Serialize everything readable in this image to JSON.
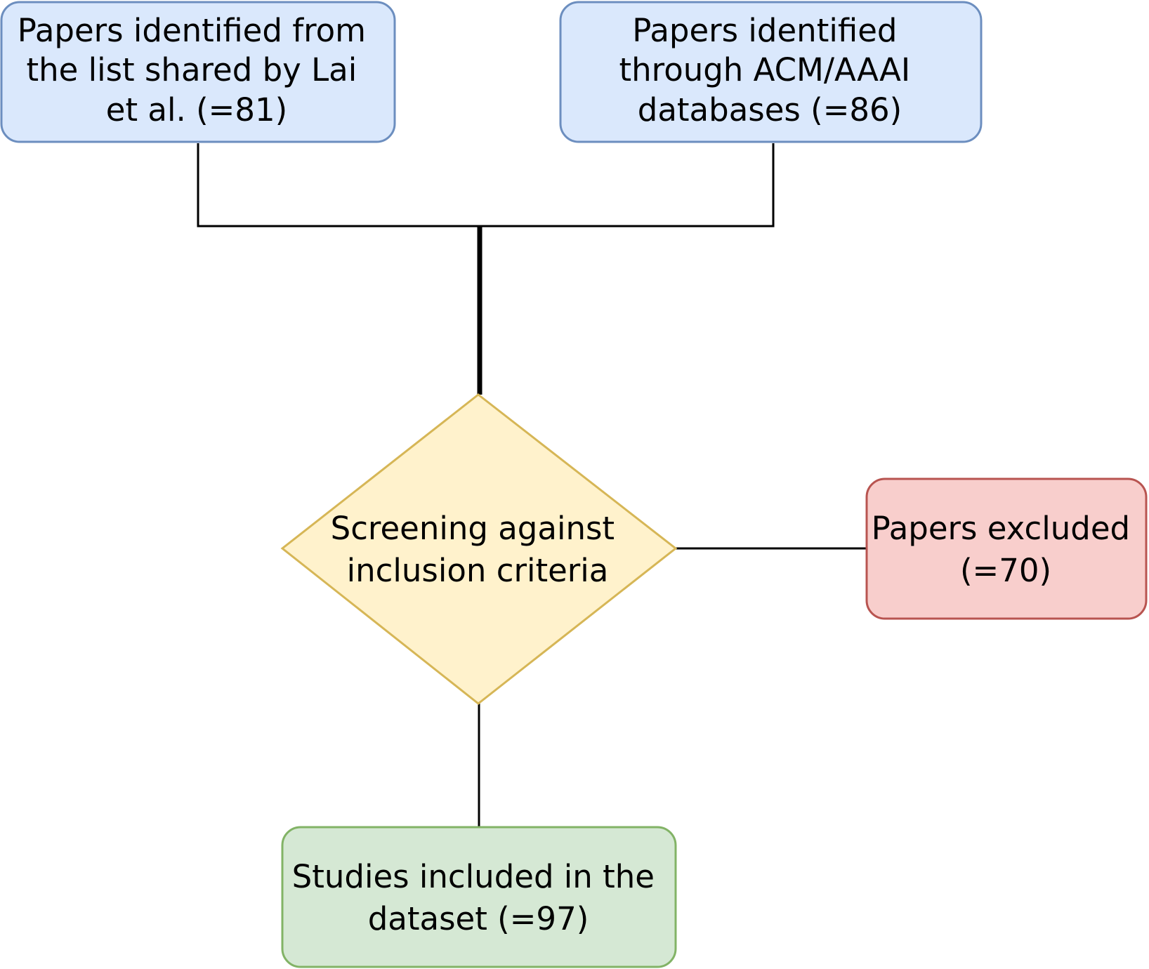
{
  "diagram": {
    "type": "flowchart",
    "nodes": {
      "source_lai": {
        "lines": [
          "Papers identified from",
          "the list shared by Lai",
          "et al. (=81)"
        ],
        "shape": "rounded-rectangle",
        "fill": "#dae8fc",
        "stroke": "#6c8ebf"
      },
      "source_acm": {
        "lines": [
          "Papers identified",
          "through ACM/AAAI",
          "databases (=86)"
        ],
        "shape": "rounded-rectangle",
        "fill": "#dae8fc",
        "stroke": "#6c8ebf"
      },
      "screening": {
        "lines": [
          "Screening against",
          "inclusion criteria"
        ],
        "shape": "diamond",
        "fill": "#fff2cc",
        "stroke": "#d6b656"
      },
      "excluded": {
        "lines": [
          "Papers excluded",
          "(=70)"
        ],
        "shape": "rounded-rectangle",
        "fill": "#f8cecc",
        "stroke": "#b85450"
      },
      "included": {
        "lines": [
          "Studies included in the",
          "dataset (=97)"
        ],
        "shape": "rounded-rectangle",
        "fill": "#d5e8d4",
        "stroke": "#82b366"
      }
    },
    "edges": [
      {
        "from": "source_lai",
        "to": "screening"
      },
      {
        "from": "source_acm",
        "to": "screening"
      },
      {
        "from": "screening",
        "to": "excluded"
      },
      {
        "from": "screening",
        "to": "included"
      }
    ]
  }
}
